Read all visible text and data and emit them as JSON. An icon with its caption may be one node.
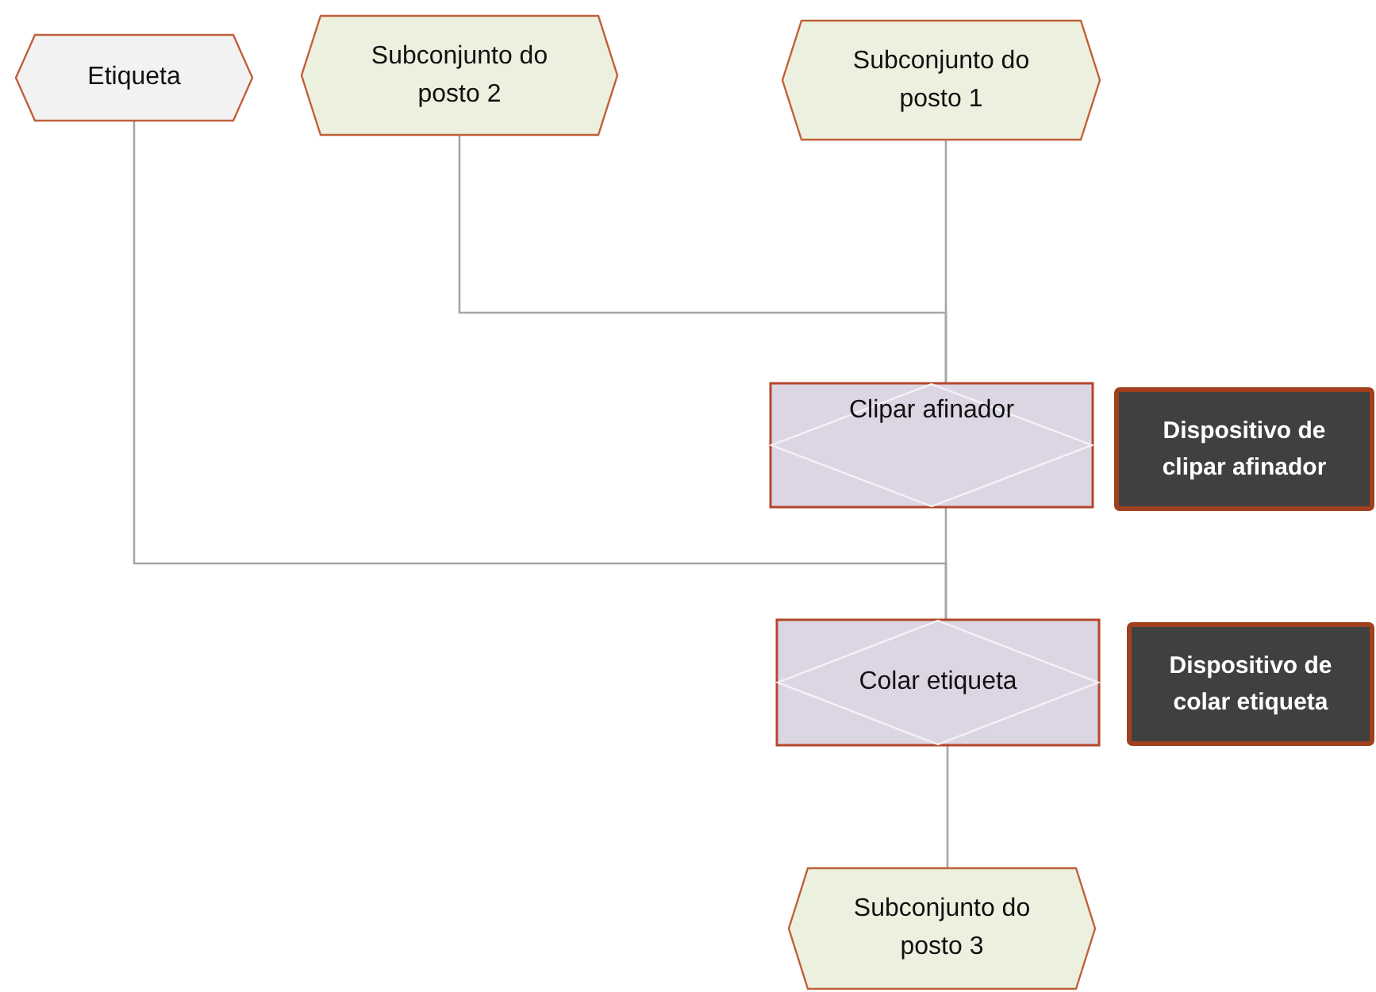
{
  "diagram": {
    "nodes": [
      {
        "text": [
          "Etiqueta"
        ]
      },
      {
        "text": [
          "Subconjunto do posto 2"
        ]
      },
      {
        "text": [
          "Subconjunto do posto 1"
        ]
      },
      {
        "text": [
          "Clipar afinador"
        ]
      },
      {
        "text": [
          "Dispositivo de clipar afinador"
        ]
      },
      {
        "text": [
          "Colar etiqueta"
        ]
      },
      {
        "text": [
          "Dispositivo de colar etiqueta"
        ]
      },
      {
        "text": [
          "Subconjunto do posto 3"
        ]
      }
    ],
    "edges": [
      {
        "from": 2,
        "to": 3,
        "arrow": "none"
      },
      {
        "from": 1,
        "to": 3,
        "arrow": "none"
      },
      {
        "from": 0,
        "to": 5,
        "arrow": "none"
      },
      {
        "from": 3,
        "to": 5,
        "arrow": "none"
      },
      {
        "from": 5,
        "to": 7,
        "arrow": "none"
      }
    ]
  }
}
